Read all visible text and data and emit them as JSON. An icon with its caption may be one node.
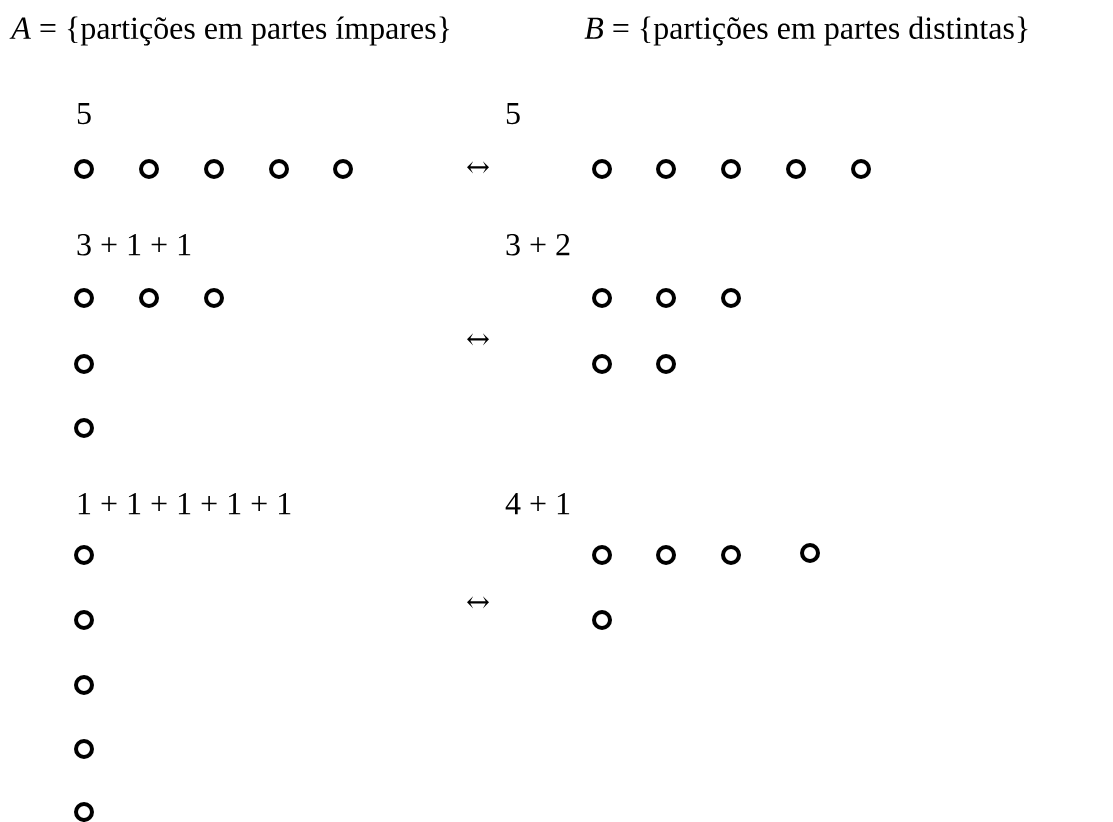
{
  "diagram": {
    "nodes": [
      {
        "text": [
          "5"
        ]
      },
      {
        "text": [
          "5"
        ]
      },
      {
        "text": [
          "3 + 1 + 1"
        ]
      },
      {
        "text": [
          "3 + 2"
        ]
      },
      {
        "text": [
          "1 + 1 + 1 + 1 + 1"
        ]
      },
      {
        "text": [
          "4 + 1"
        ]
      }
    ],
    "labels": [
      "*A* = {partições em partes ímpares}",
      "*B* = {partições em partes distintas}",
      "↔",
      "↔",
      "↔"
    ]
  }
}
